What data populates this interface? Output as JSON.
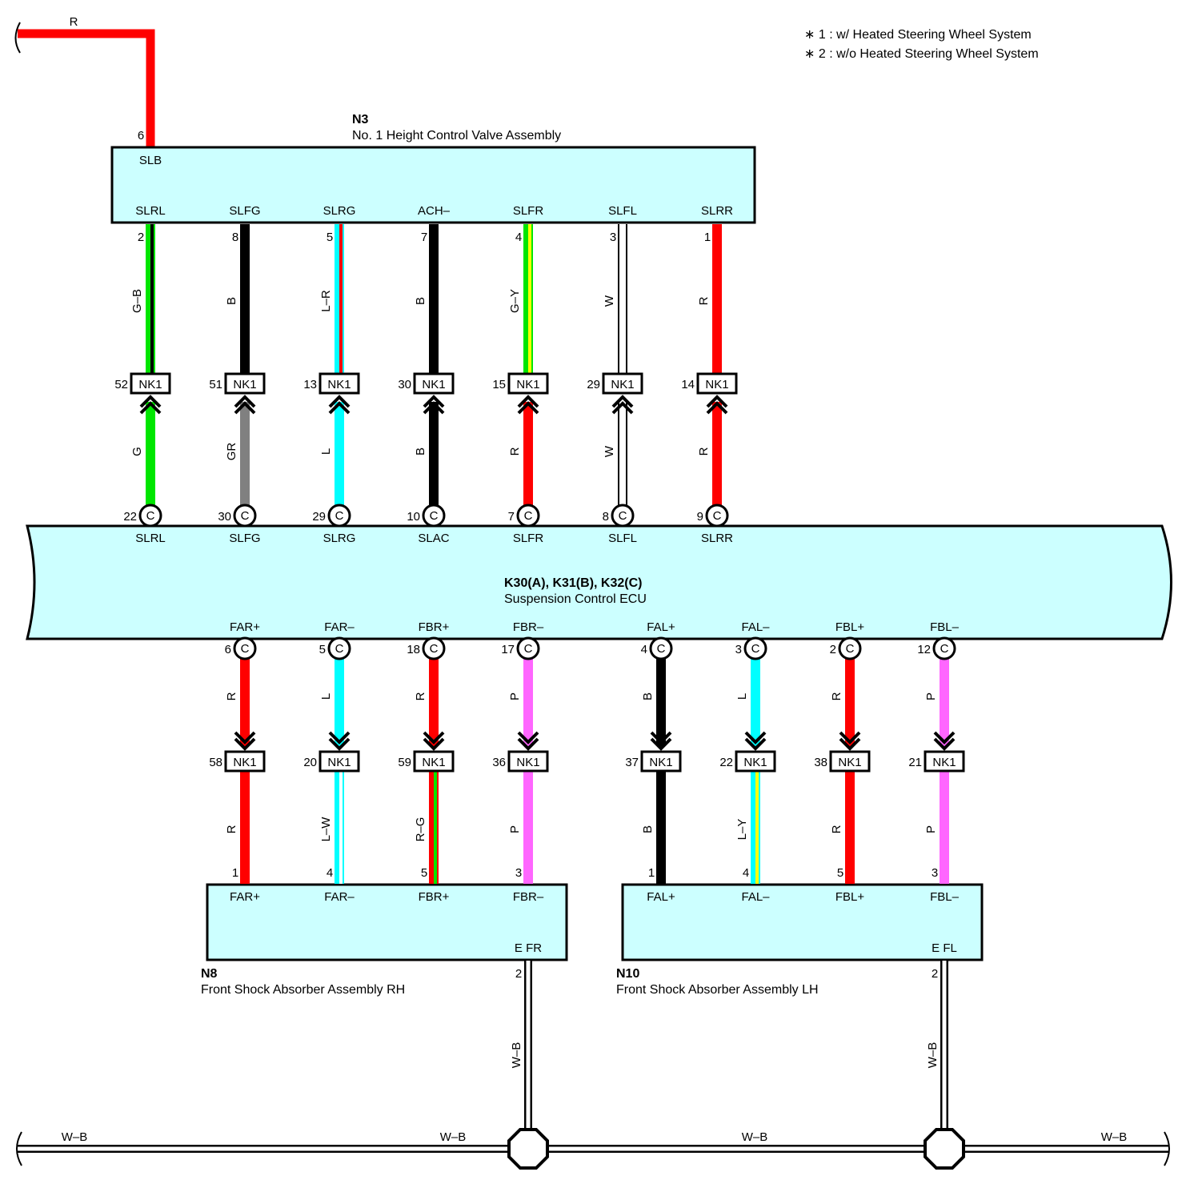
{
  "notes": [
    "∗ 1 : w/ Heated Steering Wheel System",
    "∗ 2 : w/o Heated Steering Wheel System"
  ],
  "colors": {
    "R": "#ff0000",
    "B": "#000000",
    "G": "#00e600",
    "GR": "#808080",
    "L": "#00ffff",
    "W": "#ffffff",
    "P": "#ff66ff",
    "Y": "#ffff00",
    "box": "#ccffff"
  },
  "top_supply": {
    "wire": "R",
    "pin": "6"
  },
  "n3": {
    "id": "N3",
    "name": "No. 1 Height Control Valve Assembly",
    "slb": "SLB"
  },
  "ecu": {
    "id": "K30(A), K31(B), K32(C)",
    "name": "Suspension Control ECU"
  },
  "upper_circuits": [
    {
      "n3_term": "SLRL",
      "n3_pin": "2",
      "upper_wire": "G–B",
      "nk_pin": "52",
      "lower_wire": "G",
      "ecu_pin": "22",
      "ecu_conn": "C",
      "ecu_term": "SLRL"
    },
    {
      "n3_term": "SLFG",
      "n3_pin": "8",
      "upper_wire": "B",
      "nk_pin": "51",
      "lower_wire": "GR",
      "ecu_pin": "30",
      "ecu_conn": "C",
      "ecu_term": "SLFG"
    },
    {
      "n3_term": "SLRG",
      "n3_pin": "5",
      "upper_wire": "L–R",
      "nk_pin": "13",
      "lower_wire": "L",
      "ecu_pin": "29",
      "ecu_conn": "C",
      "ecu_term": "SLRG"
    },
    {
      "n3_term": "ACH–",
      "n3_pin": "7",
      "upper_wire": "B",
      "nk_pin": "30",
      "lower_wire": "B",
      "ecu_pin": "10",
      "ecu_conn": "C",
      "ecu_term": "SLAC"
    },
    {
      "n3_term": "SLFR",
      "n3_pin": "4",
      "upper_wire": "G–Y",
      "nk_pin": "15",
      "lower_wire": "R",
      "ecu_pin": "7",
      "ecu_conn": "C",
      "ecu_term": "SLFR"
    },
    {
      "n3_term": "SLFL",
      "n3_pin": "3",
      "upper_wire": "W",
      "nk_pin": "29",
      "lower_wire": "W",
      "ecu_pin": "8",
      "ecu_conn": "C",
      "ecu_term": "SLFL"
    },
    {
      "n3_term": "SLRR",
      "n3_pin": "1",
      "upper_wire": "R",
      "nk_pin": "14",
      "lower_wire": "R",
      "ecu_pin": "9",
      "ecu_conn": "C",
      "ecu_term": "SLRR"
    }
  ],
  "lower_circuits": [
    {
      "ecu_term": "FAR+",
      "ecu_pin": "6",
      "ecu_conn": "C",
      "upper_wire": "R",
      "nk_pin": "58",
      "lower_wire": "R",
      "abs_pin": "1",
      "abs_term": "FAR+"
    },
    {
      "ecu_term": "FAR–",
      "ecu_pin": "5",
      "ecu_conn": "C",
      "upper_wire": "L",
      "nk_pin": "20",
      "lower_wire": "L–W",
      "abs_pin": "4",
      "abs_term": "FAR–"
    },
    {
      "ecu_term": "FBR+",
      "ecu_pin": "18",
      "ecu_conn": "C",
      "upper_wire": "R",
      "nk_pin": "59",
      "lower_wire": "R–G",
      "abs_pin": "5",
      "abs_term": "FBR+"
    },
    {
      "ecu_term": "FBR–",
      "ecu_pin": "17",
      "ecu_conn": "C",
      "upper_wire": "P",
      "nk_pin": "36",
      "lower_wire": "P",
      "abs_pin": "3",
      "abs_term": "FBR–"
    },
    {
      "ecu_term": "FAL+",
      "ecu_pin": "4",
      "ecu_conn": "C",
      "upper_wire": "B",
      "nk_pin": "37",
      "lower_wire": "B",
      "abs_pin": "1",
      "abs_term": "FAL+"
    },
    {
      "ecu_term": "FAL–",
      "ecu_pin": "3",
      "ecu_conn": "C",
      "upper_wire": "L",
      "nk_pin": "22",
      "lower_wire": "L–Y",
      "abs_pin": "4",
      "abs_term": "FAL–"
    },
    {
      "ecu_term": "FBL+",
      "ecu_pin": "2",
      "ecu_conn": "C",
      "upper_wire": "R",
      "nk_pin": "38",
      "lower_wire": "R",
      "abs_pin": "5",
      "abs_term": "FBL+"
    },
    {
      "ecu_term": "FBL–",
      "ecu_pin": "12",
      "ecu_conn": "C",
      "upper_wire": "P",
      "nk_pin": "21",
      "lower_wire": "P",
      "abs_pin": "3",
      "abs_term": "FBL–"
    }
  ],
  "nk_connector": "NK1",
  "n8": {
    "id": "N8",
    "name": "Front Shock Absorber Assembly RH",
    "ground_term": "E FR",
    "ground_pin": "2",
    "ground_wire": "W–B"
  },
  "n10": {
    "id": "N10",
    "name": "Front Shock Absorber Assembly LH",
    "ground_term": "E FL",
    "ground_pin": "2",
    "ground_wire": "W–B"
  },
  "ground_bus_labels": [
    "W–B",
    "W–B",
    "W–B",
    "W–B"
  ]
}
